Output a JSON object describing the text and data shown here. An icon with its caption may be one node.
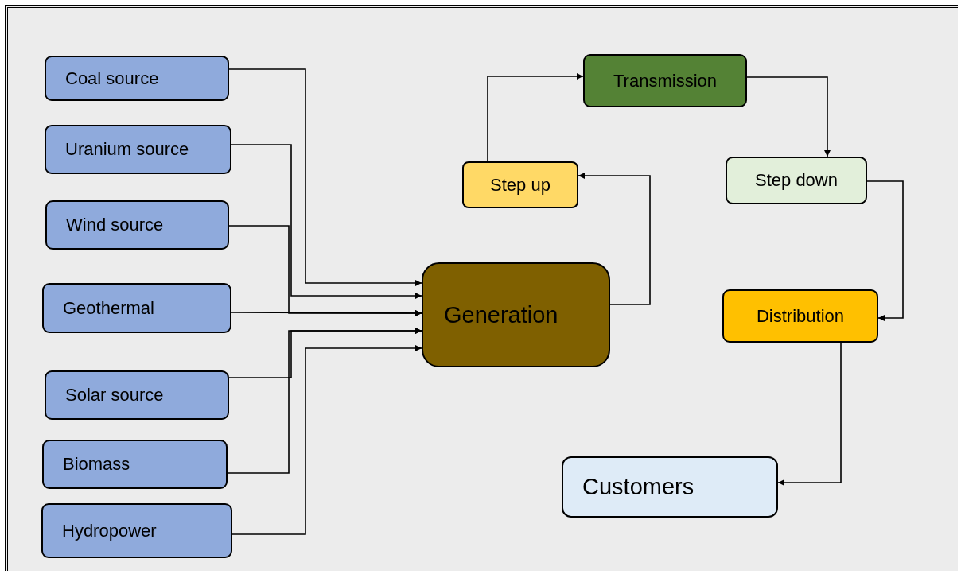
{
  "diagram": {
    "nodes": [
      {
        "text": [
          "Coal source"
        ]
      },
      {
        "text": [
          "Uranium source"
        ]
      },
      {
        "text": [
          "Wind source"
        ]
      },
      {
        "text": [
          "Geothermal"
        ]
      },
      {
        "text": [
          "Solar source"
        ]
      },
      {
        "text": [
          "Biomass"
        ]
      },
      {
        "text": [
          "Hydropower"
        ]
      },
      {
        "text": [
          "Generation"
        ]
      },
      {
        "text": [
          "Step up"
        ]
      },
      {
        "text": [
          "Transmission"
        ]
      },
      {
        "text": [
          "Step down"
        ]
      },
      {
        "text": [
          "Distribution"
        ]
      },
      {
        "text": [
          "Customers"
        ]
      }
    ],
    "edges": [
      {
        "from": 0,
        "to": 7,
        "arrow": "to"
      },
      {
        "from": 1,
        "to": 7,
        "arrow": "to"
      },
      {
        "from": 2,
        "to": 7,
        "arrow": "to"
      },
      {
        "from": 3,
        "to": 7,
        "arrow": "to"
      },
      {
        "from": 4,
        "to": 7,
        "arrow": "to"
      },
      {
        "from": 5,
        "to": 7,
        "arrow": "to"
      },
      {
        "from": 6,
        "to": 7,
        "arrow": "to"
      },
      {
        "from": 7,
        "to": 8,
        "arrow": "to"
      },
      {
        "from": 8,
        "to": 9,
        "arrow": "to"
      },
      {
        "from": 9,
        "to": 10,
        "arrow": "to"
      },
      {
        "from": 10,
        "to": 11,
        "arrow": "to"
      },
      {
        "from": 11,
        "to": 12,
        "arrow": "to"
      }
    ]
  }
}
